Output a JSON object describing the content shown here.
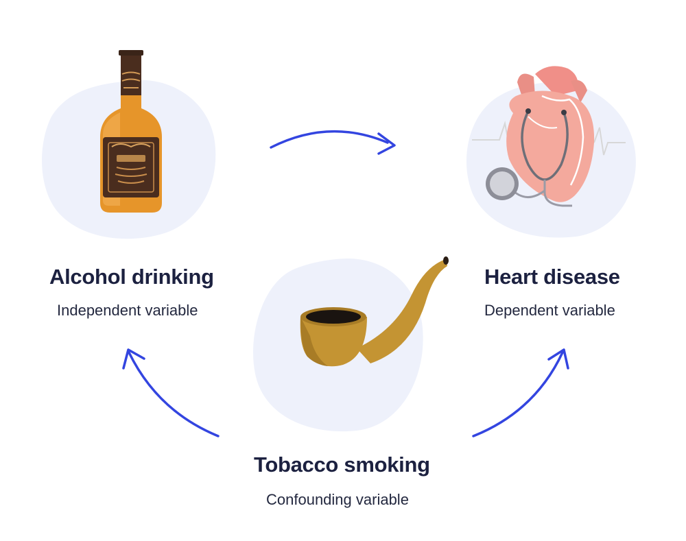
{
  "nodes": {
    "alcohol": {
      "title": "Alcohol drinking",
      "subtitle": "Independent variable",
      "icon": "bottle-icon"
    },
    "heart": {
      "title": "Heart disease",
      "subtitle": "Dependent variable",
      "icon": "heart-icon"
    },
    "tobacco": {
      "title": "Tobacco smoking",
      "subtitle": "Confounding variable",
      "icon": "pipe-icon"
    }
  },
  "edges": [
    {
      "from": "alcohol",
      "to": "heart"
    },
    {
      "from": "tobacco",
      "to": "alcohol"
    },
    {
      "from": "tobacco",
      "to": "heart"
    }
  ],
  "colors": {
    "arrow": "#3345e0",
    "blob": "#eef1fb",
    "text": "#1c2140"
  }
}
